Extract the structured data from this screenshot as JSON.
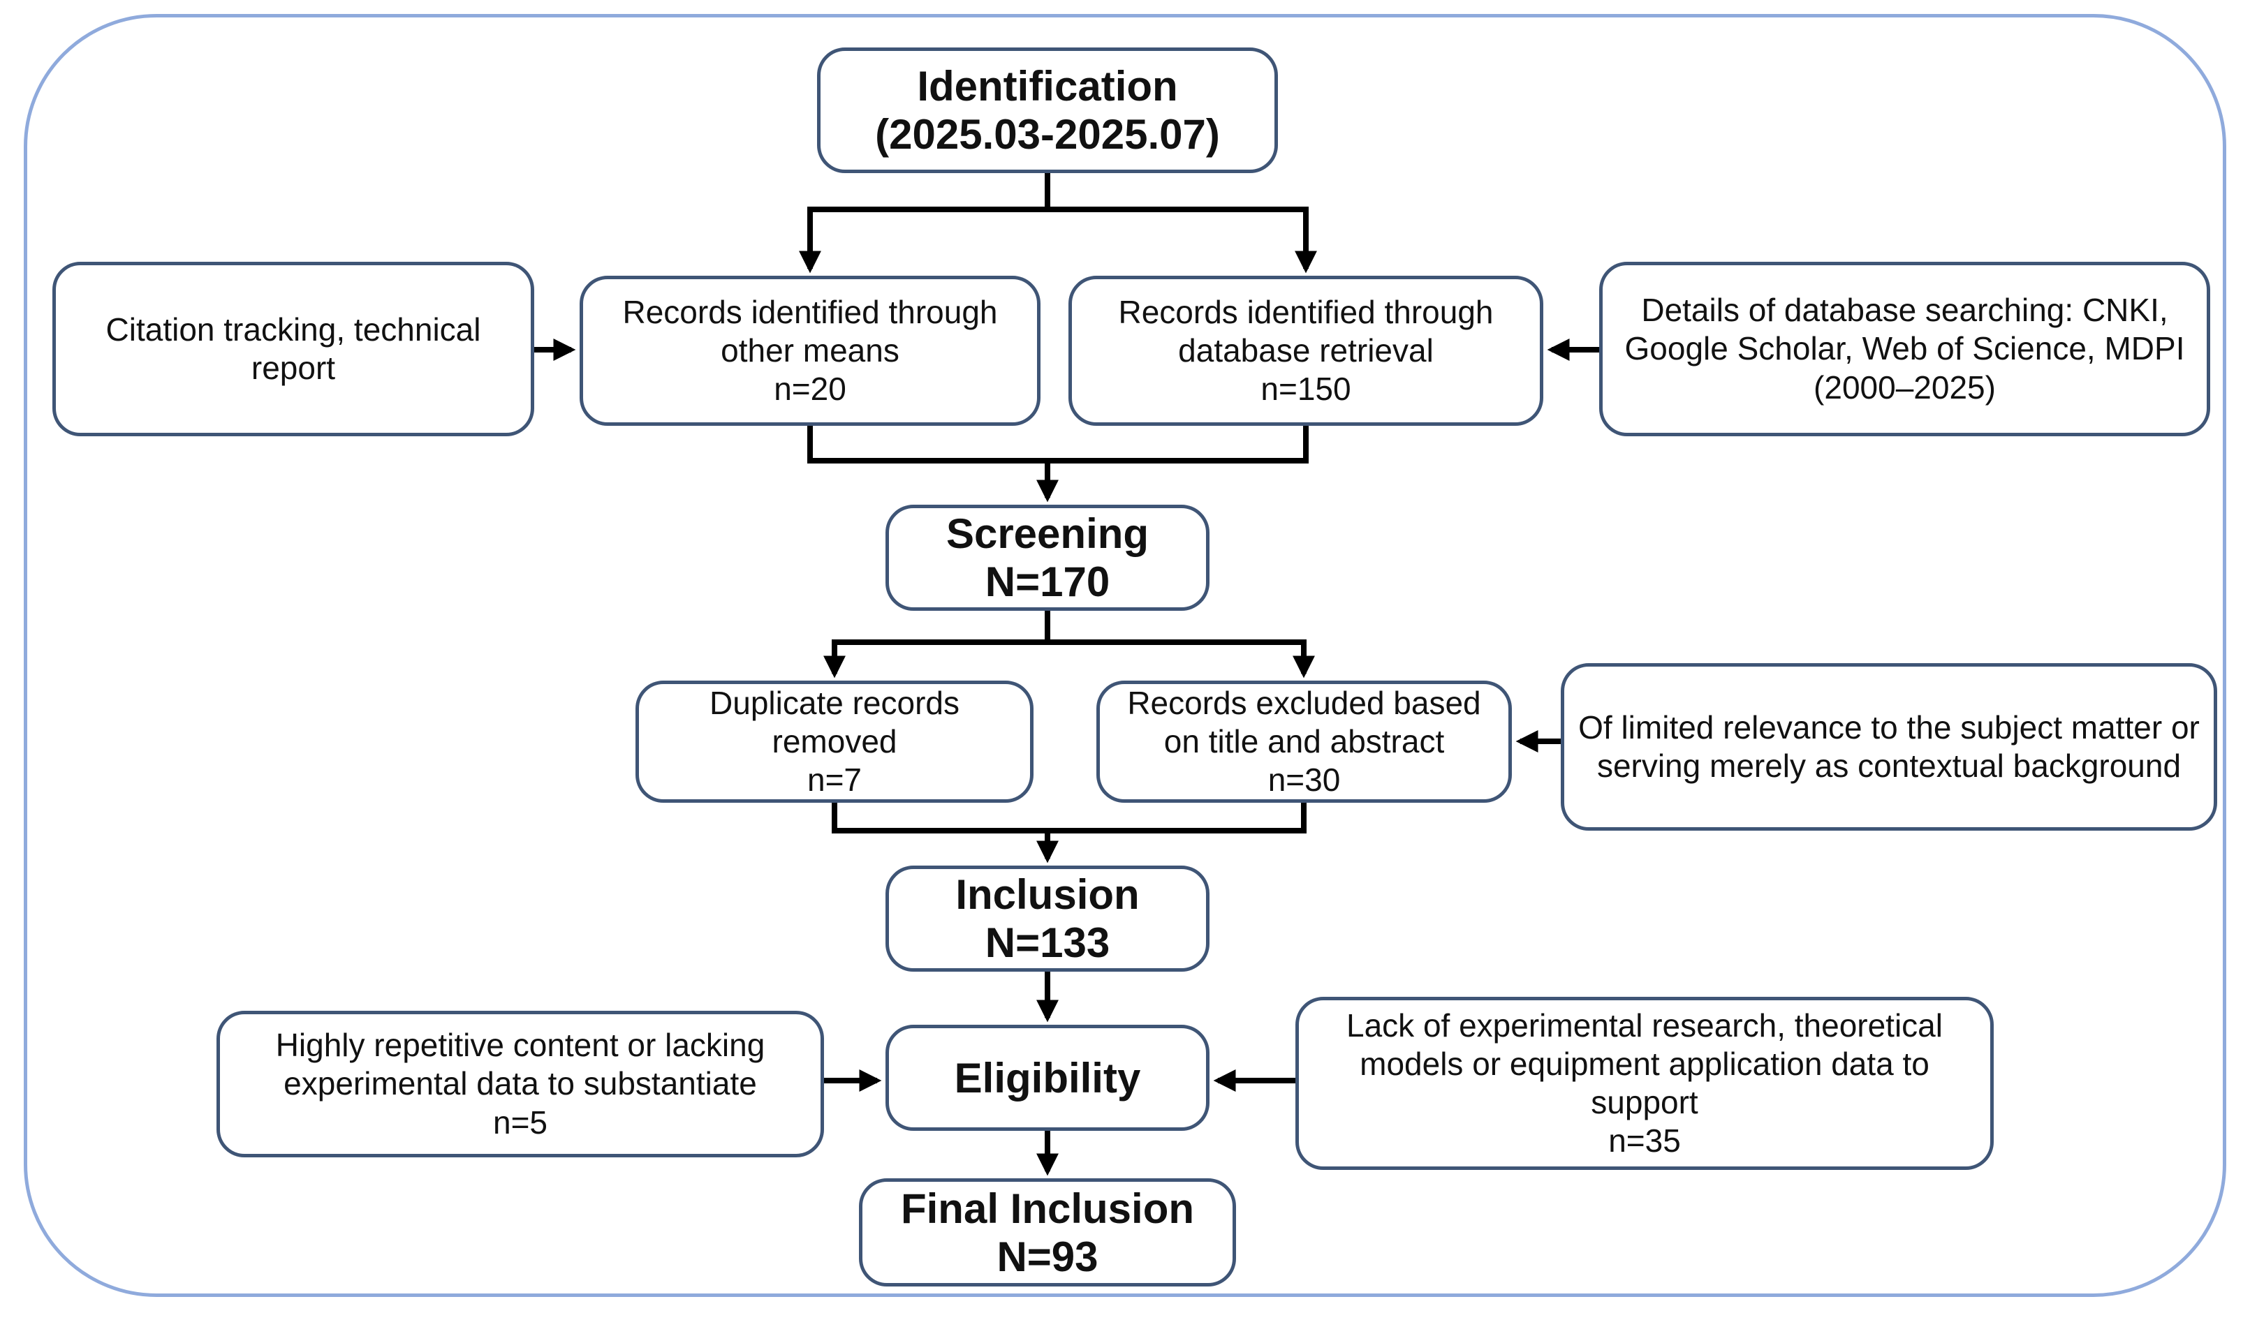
{
  "flowchart": {
    "stages": {
      "identification": {
        "name": "Identification",
        "period": "(2025.03-2025.07)"
      },
      "screening": {
        "name": "Screening",
        "count": "N=170"
      },
      "inclusion": {
        "name": "Inclusion",
        "count": "N=133"
      },
      "eligibility": {
        "name": "Eligibility"
      },
      "final_inclusion": {
        "name": "Final Inclusion",
        "count": "N=93"
      }
    },
    "nodes": {
      "citation_tracking": {
        "text": "Citation tracking, technical report"
      },
      "records_other_means": {
        "text": "Records identified through other means",
        "count": "n=20"
      },
      "records_database": {
        "text": "Records identified through database retrieval",
        "count": "n=150"
      },
      "database_details": {
        "text": "Details of database searching: CNKI, Google Scholar, Web of Science, MDPI",
        "range": "(2000–2025)"
      },
      "duplicates_removed": {
        "text": "Duplicate records removed",
        "count": "n=7"
      },
      "records_excluded": {
        "text": "Records excluded based on title and abstract",
        "count": "n=30"
      },
      "limited_relevance": {
        "text": "Of limited relevance to the subject matter or serving merely as contextual background"
      },
      "repetitive_content": {
        "text": "Highly repetitive content or lacking experimental data to substantiate",
        "count": "n=5"
      },
      "lack_of_research": {
        "text": "Lack of experimental research, theoretical models or equipment application data to support",
        "count": "n=35"
      }
    },
    "colors": {
      "node_border": "#3f5576",
      "outer_border": "#8faadc",
      "connector": "#000000",
      "text": "#111111",
      "background": "#ffffff"
    }
  }
}
